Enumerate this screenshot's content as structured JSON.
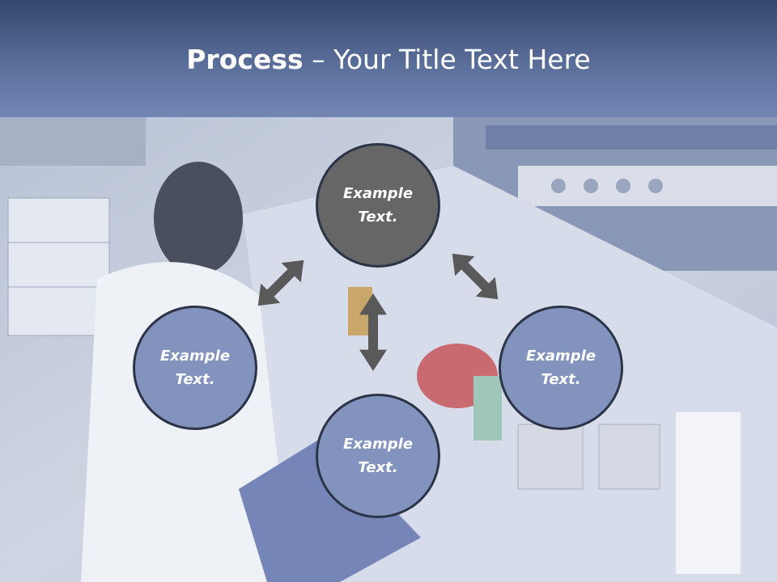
{
  "title": {
    "bold": "Process",
    "rest": " – Your Title Text Here"
  },
  "nodes": {
    "top": "Example\nText.",
    "left": "Example\nText.",
    "bottom": "Example\nText.",
    "right": "Example\nText."
  },
  "colors": {
    "header": "#4a5f8c",
    "node_dark": "#666666",
    "node_light": "#8294bd",
    "arrow": "#595959",
    "border": "#2c3447"
  }
}
